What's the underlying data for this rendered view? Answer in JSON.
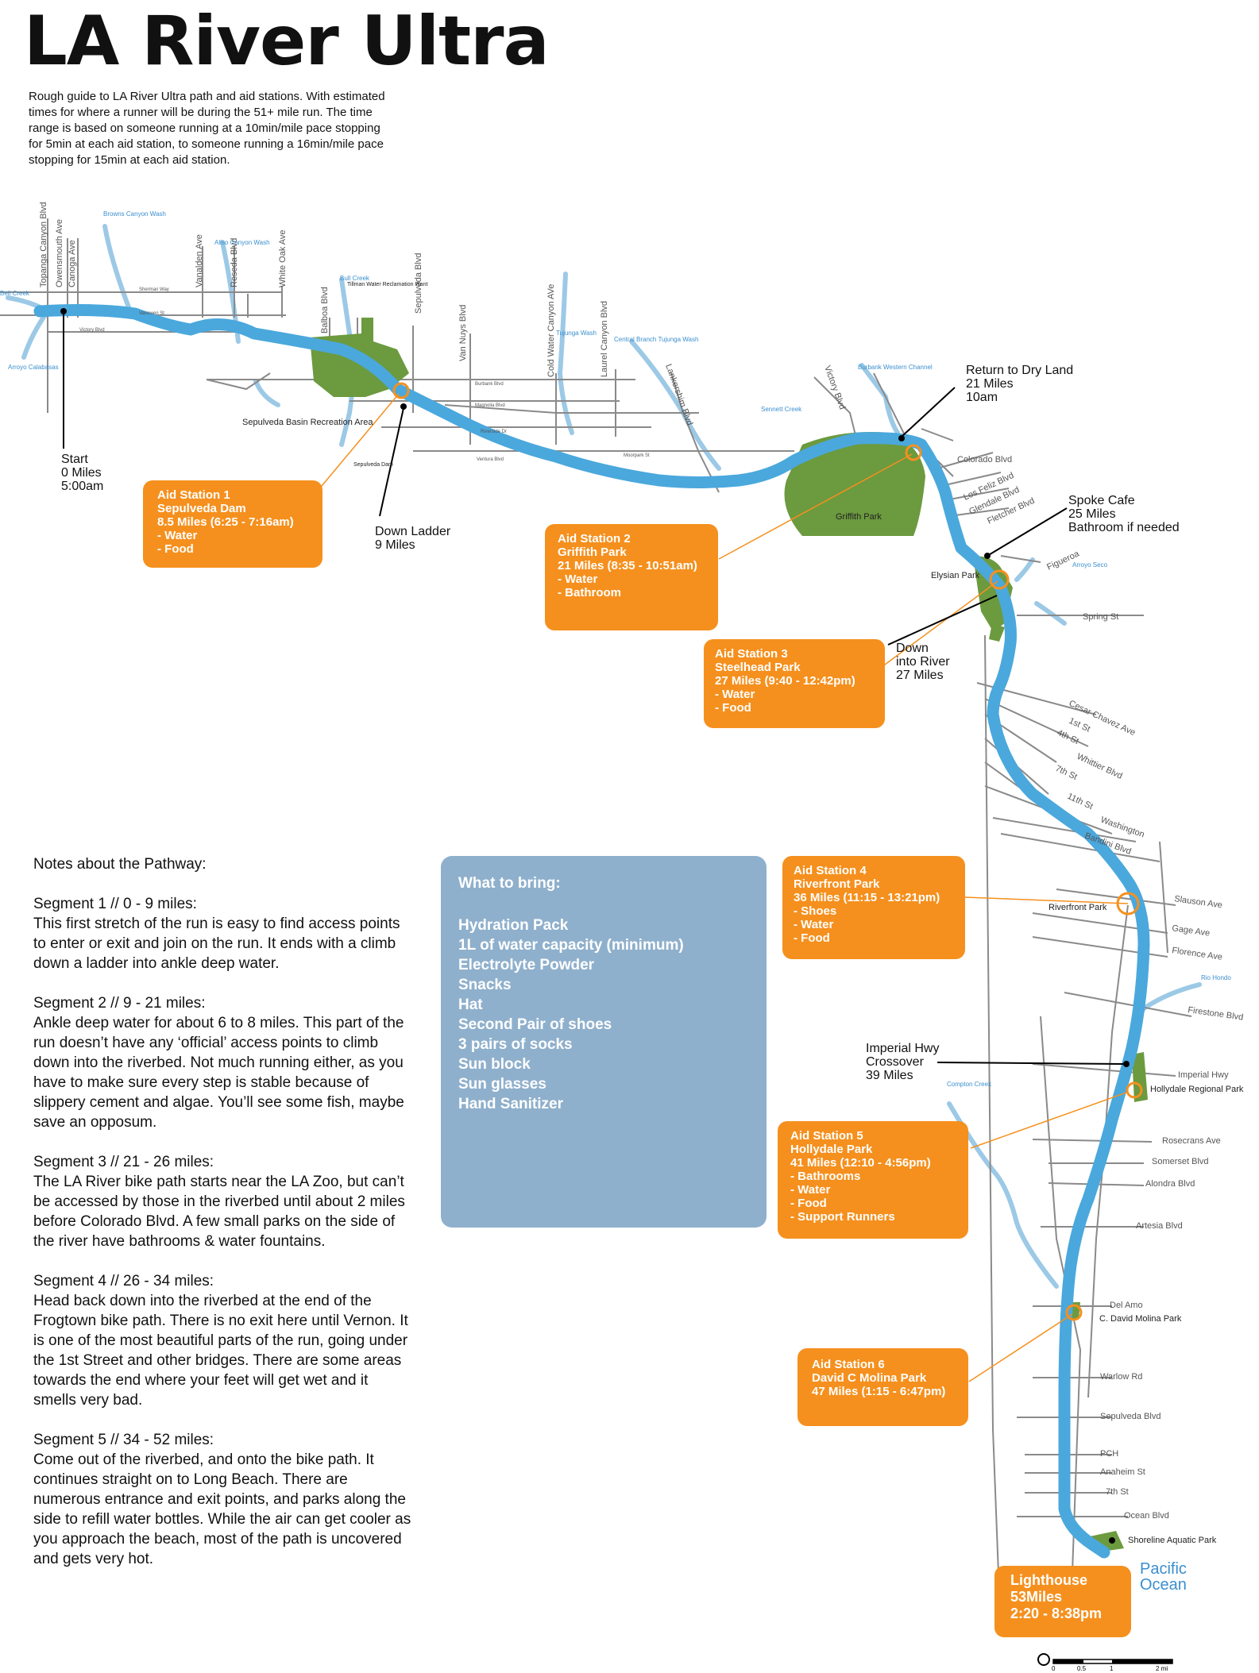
{
  "title": "LA River Ultra",
  "intro": "Rough guide to LA River Ultra path and aid stations. With estimated times for where a runner will be during the 51+ mile run. The time range is based on someone running at a 10min/mile pace stopping for 5min at each aid station, to someone running a 16min/mile pace stopping for 15min at each aid station.",
  "notes": {
    "heading": "Notes about the Pathway:",
    "segments": [
      {
        "title": "Segment 1 // 0 - 9 miles:",
        "text": "This first stretch of the run is easy to find access points to enter or exit and join on the run. It ends with a climb down a ladder into ankle deep water."
      },
      {
        "title": "Segment 2 // 9 - 21 miles:",
        "text": "Ankle deep water for about 6 to 8 miles. This part of the run doesn’t have any ‘official’ access points to climb down into the riverbed. Not much running either, as you have to make sure every step is stable because of slippery cement and algae. You’ll see some fish, maybe save an opposum."
      },
      {
        "title": "Segment 3 // 21 - 26 miles:",
        "text": "The LA River bike path starts near the LA Zoo, but can’t be accessed by those in the riverbed until about 2 miles before Colorado Blvd. A few small parks on the side of the river have bathrooms & water fountains."
      },
      {
        "title": "Segment 4 // 26 - 34 miles:",
        "text": "Head back down into the riverbed at the end of the Frogtown bike path. There is no exit here until Vernon. It is one of the most beautiful parts of the run, going under the 1st Street and other bridges. There are some areas towards the end where your feet will get wet and it smells very bad."
      },
      {
        "title": "Segment 5 // 34 - 52 miles:",
        "text": "Come out of the riverbed, and onto the bike path. It continues straight on to Long Beach. There are numerous entrance and exit points, and parks along the side to refill water bottles. While the air can get cooler as you approach the beach, most of the path is uncovered and gets very hot."
      }
    ]
  },
  "bring": {
    "title": "What to bring:",
    "items": [
      "Hydration Pack",
      "1L of water capacity (minimum)",
      "Electrolyte Powder",
      "Snacks",
      "Hat",
      "Second Pair of shoes",
      "3 pairs of socks",
      "Sun block",
      "Sun glasses",
      "Hand Sanitizer"
    ]
  },
  "aid_stations": [
    {
      "lines": [
        "Aid Station 1",
        "Sepulveda Dam",
        "8.5 Miles (6:25 - 7:16am)",
        "- Water",
        "- Food"
      ]
    },
    {
      "lines": [
        "Aid Station 2",
        "Griffith Park",
        "21 Miles (8:35 - 10:51am)",
        "- Water",
        "- Bathroom"
      ]
    },
    {
      "lines": [
        "Aid Station 3",
        "Steelhead Park",
        "27 Miles (9:40 - 12:42pm)",
        "- Water",
        "- Food"
      ]
    },
    {
      "lines": [
        "Aid Station 4",
        "Riverfront Park",
        "36 Miles (11:15 - 13:21pm)",
        "- Shoes",
        "- Water",
        "- Food"
      ]
    },
    {
      "lines": [
        "Aid Station 5",
        "Hollydale Park",
        "41 Miles (12:10 - 4:56pm)",
        "- Bathrooms",
        "- Water",
        "- Food",
        "- Support Runners"
      ]
    },
    {
      "lines": [
        "Aid Station 6",
        "David C Molina Park",
        "47 Miles (1:15 - 6:47pm)"
      ]
    }
  ],
  "lighthouse": {
    "lines": [
      "Lighthouse",
      "53Miles",
      "2:20 - 8:38pm"
    ]
  },
  "waypoints": {
    "start": [
      "Start",
      "0 Miles",
      "5:00am"
    ],
    "ladder": [
      "Down Ladder",
      "9 Miles"
    ],
    "dry_land": [
      "Return to Dry Land",
      "21 Miles",
      "10am"
    ],
    "spoke": [
      "Spoke Cafe",
      "25 Miles",
      "Bathroom if needed"
    ],
    "down_river": [
      "Down",
      "into River",
      "27 Miles"
    ],
    "imperial": [
      "Imperial Hwy",
      "Crossover",
      "39 Miles"
    ]
  },
  "ocean": [
    "Pacific",
    "Ocean"
  ],
  "scale": [
    "0",
    "0.5",
    "1",
    "2 mi"
  ],
  "streets": {
    "west": [
      "Topanga Canyon Blvd",
      "Owensmouth Ave",
      "Canoga Ave",
      "Vanalden Ave",
      "Reseda Blvd",
      "White Oak Ave",
      "Balboa Blvd",
      "Sepulveda Blvd",
      "Van Nuys Blvd",
      "Cold Water Canyon AVe",
      "Laurel Canyon Blvd",
      "Lankershim Blvd",
      "Victory Blvd"
    ],
    "small": [
      "Sherman Way",
      "Vanowen St",
      "Victory Blvd",
      "Burbank Blvd",
      "Magnolia Blvd",
      "Riverside Dr",
      "Moorpark St",
      "Ventura Blvd"
    ],
    "east": [
      "Colorado Blvd",
      "Los Feliz Blvd",
      "Glendale Blvd",
      "Fletcher Blvd",
      "Figueroa",
      "Spring St",
      "Cesar Chavez Ave",
      "1st St",
      "4th St",
      "Whittier Blvd",
      "7th St",
      "11th St",
      "Washington",
      "Bandini Blvd",
      "Slauson Ave",
      "Gage Ave",
      "Florence Ave",
      "Firestone Blvd",
      "Imperial Hwy",
      "Rosecrans Ave",
      "Somerset Blvd",
      "Alondra Blvd",
      "Artesia Blvd",
      "Del Amo",
      "Warlow Rd",
      "Sepulveda Blvd",
      "PCH",
      "Anaheim St",
      "7th St",
      "Ocean Blvd"
    ]
  },
  "waterways": [
    "Bell Creek",
    "Arroyo Calabasas",
    "Browns Canyon Wash",
    "Aliso Canyon Wash",
    "Bull Creek",
    "Tujunga Wash",
    "Central Branch Tujunga Wash",
    "Burbank Western Channel",
    "Sennett Creek",
    "Arroyo Seco",
    "Rio Hondo",
    "Compton Creek"
  ],
  "parks": [
    "Sepulveda Basin Recreation Area",
    "Griffith Park",
    "Elysian Park",
    "Riverfront Park",
    "Hollydale Regional Park",
    "C. David Molina Park",
    "Shoreline Aquatic Park"
  ],
  "features": [
    "Tillman Water Reclamation Plant",
    "Sepulveda Dam"
  ],
  "colors": {
    "river": "#4aa8dc",
    "aid": "#f5901e",
    "park": "#6c9a3f",
    "bring_box": "#8fb0cc",
    "street": "#8a8a8a"
  }
}
